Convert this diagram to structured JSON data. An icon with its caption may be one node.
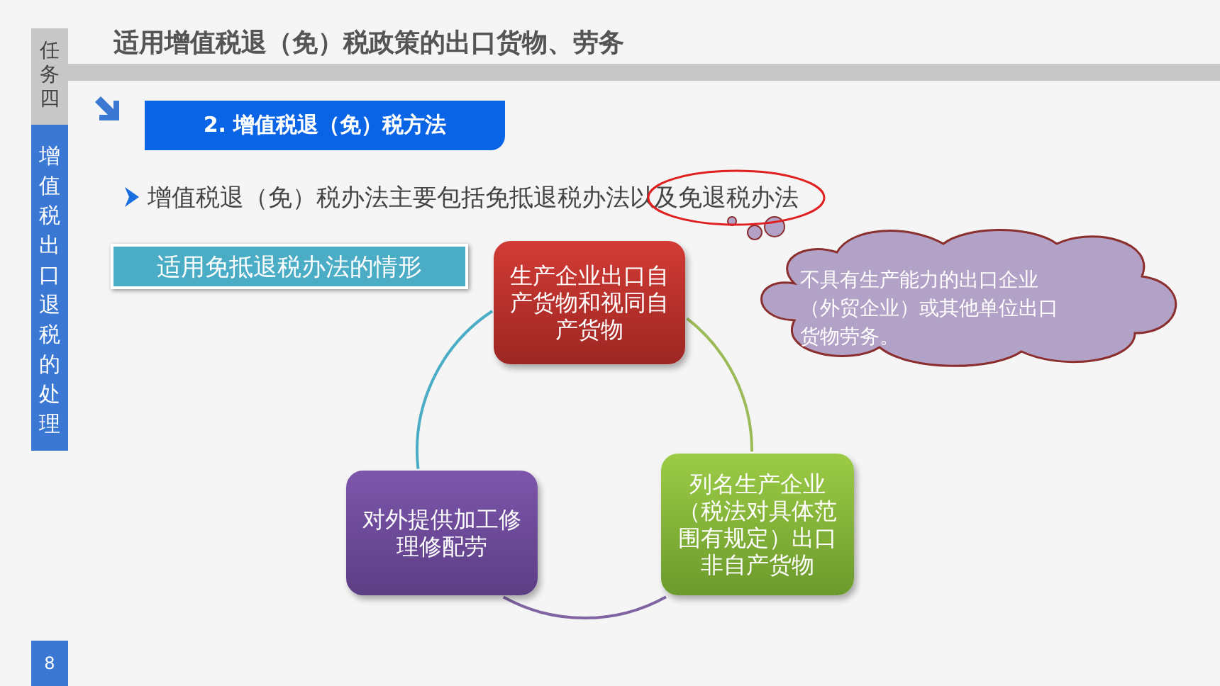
{
  "diagram": {
    "title": "适用增值税退（免）税政策的出口货物、劳务",
    "nodes": [
      {
        "text": [
          "生产企业出口自产货物和视同自产货物"
        ]
      },
      {
        "text": [
          "列名生产企业（税法对具体范围有规定）出口非自产货物"
        ]
      },
      {
        "text": [
          "对外提供加工修理修配劳"
        ]
      },
      {
        "text": [
          "不具有生产能力的出口企业（外贸企业）或其他单位出口货物劳务。"
        ]
      }
    ],
    "edges": [
      {
        "from": 0,
        "to": 1,
        "arrow": "none",
        "color": "#9bbb59"
      },
      {
        "from": 1,
        "to": 2,
        "arrow": "none",
        "color": "#8064a2"
      },
      {
        "from": 2,
        "to": 0,
        "arrow": "none",
        "color": "#4bacc6"
      }
    ],
    "labels": [
      "任务四",
      "增值税出口退税的处理",
      "2. 增值税退（免）税方法",
      "增值税退（免）税办法主要包括免抵退税办法以及免退税办法",
      "适用免抵退税办法的情形",
      "8"
    ]
  }
}
